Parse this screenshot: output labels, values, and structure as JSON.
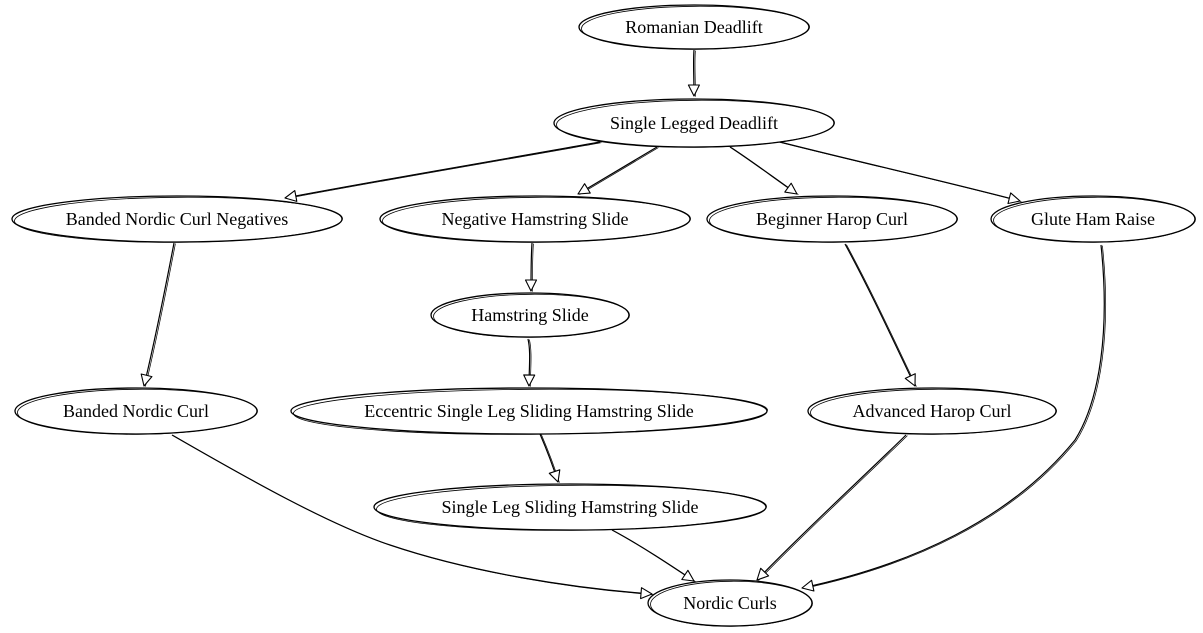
{
  "diagram": {
    "type": "directed-graph",
    "style": "hand-drawn",
    "nodes": [
      {
        "id": "romanian_deadlift",
        "label": "Romanian Deadlift"
      },
      {
        "id": "single_legged_deadlift",
        "label": "Single Legged Deadlift"
      },
      {
        "id": "banded_nordic_curl_negatives",
        "label": "Banded Nordic Curl Negatives"
      },
      {
        "id": "negative_hamstring_slide",
        "label": "Negative Hamstring Slide"
      },
      {
        "id": "beginner_harop_curl",
        "label": "Beginner Harop Curl"
      },
      {
        "id": "glute_ham_raise",
        "label": "Glute Ham Raise"
      },
      {
        "id": "hamstring_slide",
        "label": "Hamstring Slide"
      },
      {
        "id": "banded_nordic_curl",
        "label": "Banded Nordic Curl"
      },
      {
        "id": "eccentric_single_leg_sliding_hamstring_slide",
        "label": "Eccentric Single Leg Sliding Hamstring Slide"
      },
      {
        "id": "advanced_harop_curl",
        "label": "Advanced Harop Curl"
      },
      {
        "id": "single_leg_sliding_hamstring_slide",
        "label": "Single Leg Sliding Hamstring Slide"
      },
      {
        "id": "nordic_curls",
        "label": "Nordic Curls"
      }
    ],
    "edges": [
      {
        "from": "romanian_deadlift",
        "to": "single_legged_deadlift"
      },
      {
        "from": "single_legged_deadlift",
        "to": "banded_nordic_curl_negatives"
      },
      {
        "from": "single_legged_deadlift",
        "to": "negative_hamstring_slide"
      },
      {
        "from": "single_legged_deadlift",
        "to": "beginner_harop_curl"
      },
      {
        "from": "single_legged_deadlift",
        "to": "glute_ham_raise"
      },
      {
        "from": "banded_nordic_curl_negatives",
        "to": "banded_nordic_curl"
      },
      {
        "from": "negative_hamstring_slide",
        "to": "hamstring_slide"
      },
      {
        "from": "hamstring_slide",
        "to": "eccentric_single_leg_sliding_hamstring_slide"
      },
      {
        "from": "eccentric_single_leg_sliding_hamstring_slide",
        "to": "single_leg_sliding_hamstring_slide"
      },
      {
        "from": "beginner_harop_curl",
        "to": "advanced_harop_curl"
      },
      {
        "from": "banded_nordic_curl",
        "to": "nordic_curls"
      },
      {
        "from": "single_leg_sliding_hamstring_slide",
        "to": "nordic_curls"
      },
      {
        "from": "advanced_harop_curl",
        "to": "nordic_curls"
      },
      {
        "from": "glute_ham_raise",
        "to": "nordic_curls"
      }
    ]
  }
}
